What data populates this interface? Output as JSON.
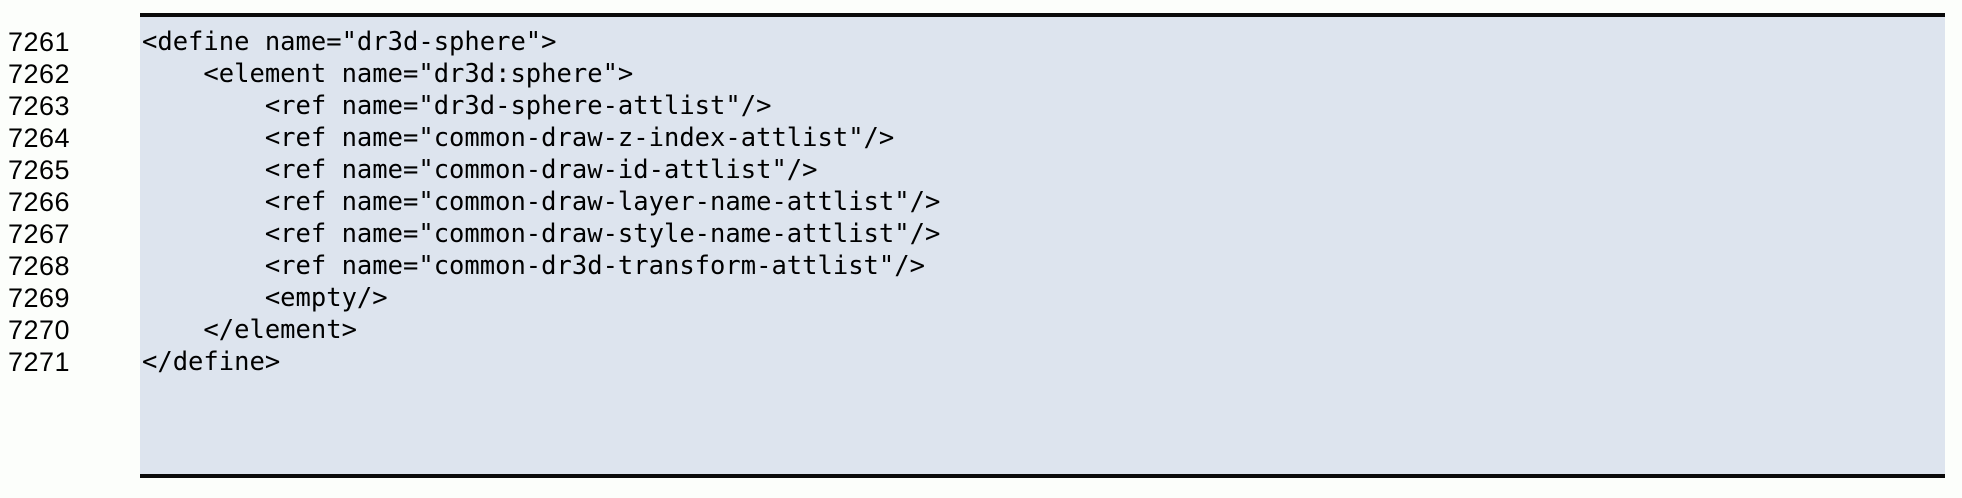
{
  "viewer": {
    "background_color": "#fcfefb",
    "code_background_color": "#dde4ee",
    "rule_color": "#0a0a0a",
    "text_color": "#000000"
  },
  "code": {
    "language": "xml",
    "first_line_number": 7261,
    "last_line_number": 7271,
    "lines": [
      {
        "number": "7261",
        "text": "<define name=\"dr3d-sphere\">"
      },
      {
        "number": "7262",
        "text": "    <element name=\"dr3d:sphere\">"
      },
      {
        "number": "7263",
        "text": "        <ref name=\"dr3d-sphere-attlist\"/>"
      },
      {
        "number": "7264",
        "text": "        <ref name=\"common-draw-z-index-attlist\"/>"
      },
      {
        "number": "7265",
        "text": "        <ref name=\"common-draw-id-attlist\"/>"
      },
      {
        "number": "7266",
        "text": "        <ref name=\"common-draw-layer-name-attlist\"/>"
      },
      {
        "number": "7267",
        "text": "        <ref name=\"common-draw-style-name-attlist\"/>"
      },
      {
        "number": "7268",
        "text": "        <ref name=\"common-dr3d-transform-attlist\"/>"
      },
      {
        "number": "7269",
        "text": "        <empty/>"
      },
      {
        "number": "7270",
        "text": "    </element>"
      },
      {
        "number": "7271",
        "text": "</define>"
      }
    ]
  }
}
